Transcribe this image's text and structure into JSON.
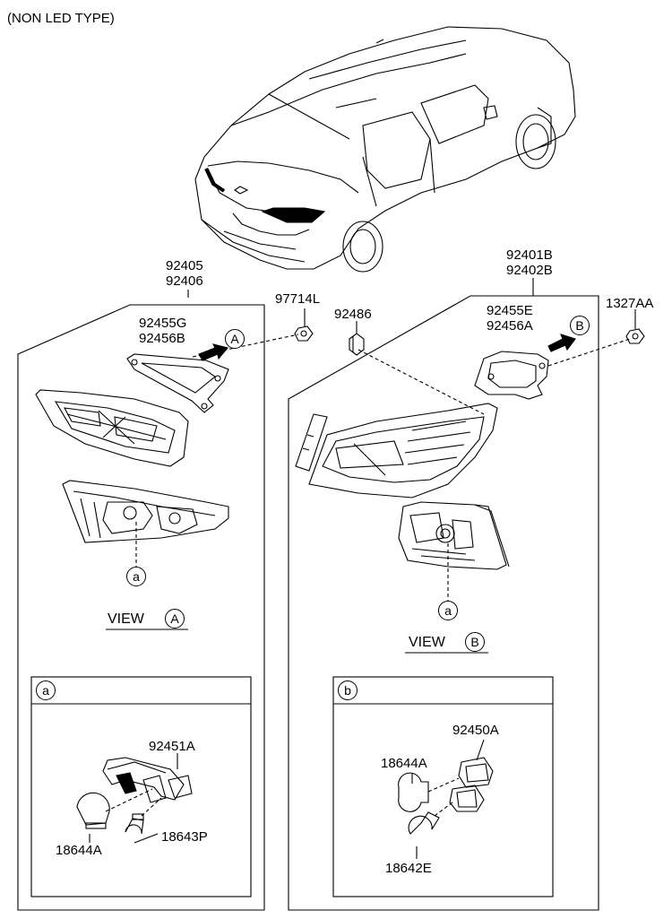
{
  "header": {
    "title": "(NON LED TYPE)"
  },
  "left_group": {
    "assembly_numbers": [
      "92405",
      "92406"
    ],
    "gasket_numbers": [
      "92455G",
      "92456B"
    ],
    "view_marker": "A",
    "bulb_marker": "a",
    "view_word": "VIEW",
    "view_letter": "A"
  },
  "right_group": {
    "assembly_numbers": [
      "92401B",
      "92402B"
    ],
    "gasket_numbers": [
      "92455E",
      "92456A"
    ],
    "view_marker": "B",
    "bulb_marker": "a",
    "view_word": "VIEW",
    "view_letter": "B"
  },
  "loose_parts": {
    "nut_left": "97714L",
    "clip": "92486",
    "nut_right": "1327AA"
  },
  "detail_a": {
    "tag": "a",
    "socket": "92451A",
    "bulb_large": "18644A",
    "bulb_small": "18643P"
  },
  "detail_b": {
    "tag": "b",
    "socket": "92450A",
    "bulb_upper": "18644A",
    "bulb_lower": "18642E"
  }
}
